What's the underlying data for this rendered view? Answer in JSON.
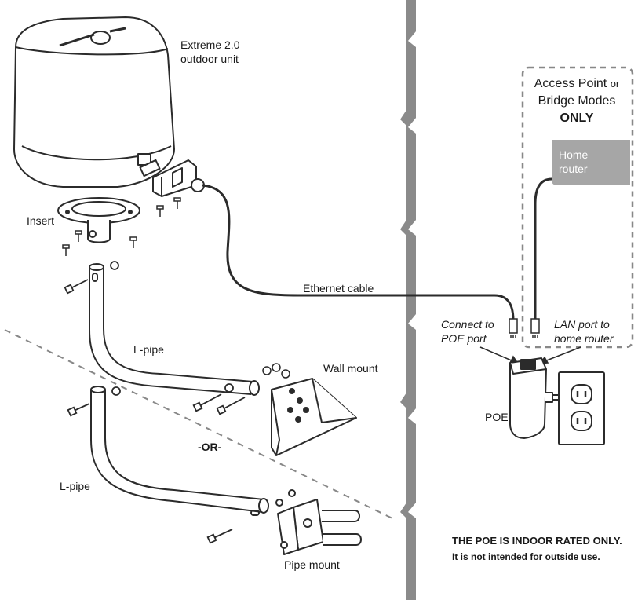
{
  "labels": {
    "outdoor_unit": "Extreme 2.0\noutdoor unit",
    "insert": "Insert",
    "l_pipe_top": "L-pipe",
    "wall_mount": "Wall mount",
    "or": "-OR-",
    "l_pipe_bottom": "L-pipe",
    "pipe_mount": "Pipe mount",
    "ethernet_cable": "Ethernet cable",
    "connect_to_poe": "Connect to\nPOE port",
    "lan_port": "LAN port to\nhome router",
    "poe": "POE",
    "home_router": "Home\nrouter"
  },
  "access_point_box": {
    "line1": "Access Point",
    "line1_suffix": "or",
    "line2": "Bridge Modes",
    "line3": "ONLY"
  },
  "notice": {
    "line1": "THE POE IS INDOOR RATED ONLY.",
    "line2": "It is not intended for outside use."
  },
  "colors": {
    "line": "#2b2b2b",
    "wall": "#8a8a8a",
    "router_fill": "#a6a6a6",
    "dashed": "#888888"
  }
}
